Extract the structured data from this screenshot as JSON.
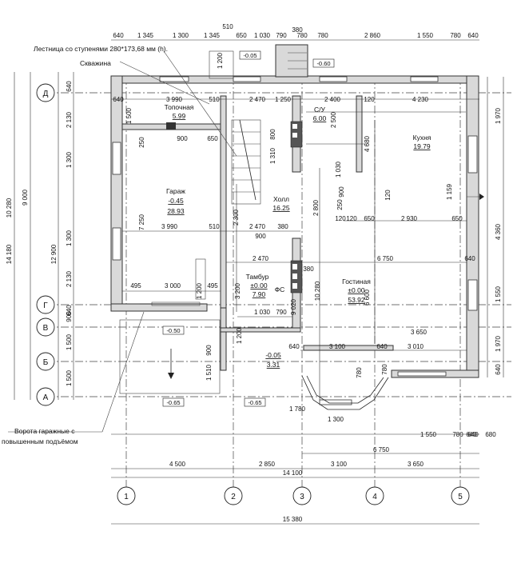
{
  "notes": {
    "stairs": "Лестница со ступенями 280*173,68 мм (h).",
    "well": "Скважина",
    "garage_gate_line1": "Ворота гаражные с",
    "garage_gate_line2": "повышенным подъёмом"
  },
  "axes_letters": [
    "Д",
    "Г",
    "В",
    "Б",
    "А"
  ],
  "axes_numbers": [
    "1",
    "2",
    "3",
    "4",
    "5"
  ],
  "rooms": {
    "topochnaya": {
      "name": "Топочная",
      "area": "5.99"
    },
    "su": {
      "name": "С/У",
      "area": "6.00"
    },
    "kitchen": {
      "name": "Кухня",
      "area": "19.79"
    },
    "garage": {
      "name": "Гараж",
      "level": "-0.45",
      "area": "28.93"
    },
    "hall": {
      "name": "Холл",
      "area": "16.25"
    },
    "tambur": {
      "name": "Тамбур",
      "level": "±0.00",
      "area": "7.90"
    },
    "gostinaya": {
      "name": "Гостиная",
      "level": "±0.00",
      "area": "53.92"
    },
    "porch": {
      "level": "-0.05",
      "area": "3.31"
    },
    "fs": "ФС"
  },
  "levels": {
    "top_porch": "-0.05",
    "top_right": "-0.60",
    "garage_apron": "-0.50",
    "bottom_left": "-0.65",
    "bottom_mid": "-0.65"
  },
  "dims": {
    "top_row1": [
      "640",
      "1 345",
      "1 300",
      "1 345",
      "650",
      "1 030",
      "790",
      "780",
      "780",
      "2 860",
      "1 550",
      "780",
      "640"
    ],
    "top_extra": [
      "510",
      "380",
      "1 200"
    ],
    "top_row2": [
      "640",
      "3 990",
      "510",
      "2 470",
      "1 250",
      "2 400",
      "120",
      "4 230"
    ],
    "left_outer": [
      "10 280",
      "14 180"
    ],
    "left_mid": [
      "9 000",
      "12 900"
    ],
    "left_inner": [
      "640",
      "2 130",
      "1 300",
      "1 300",
      "2 130",
      "640",
      "900",
      "1 500",
      "1 500"
    ],
    "right_col": [
      "1 970",
      "4 360",
      "1 550",
      "1 970",
      "640"
    ],
    "bottom_row1": [
      "640",
      "680",
      "1 550",
      "780",
      "640"
    ],
    "bottom_6750": "6 750",
    "bottom_row2": [
      "4 500",
      "2 850",
      "3 100",
      "3 650"
    ],
    "bottom_total": "14 100",
    "overall": "15 380",
    "interior": [
      "900",
      "650",
      "3 990",
      "510",
      "2 470",
      "380",
      "900",
      "2 470",
      "120",
      "2 930",
      "650",
      "120",
      "650",
      "6 750",
      "495",
      "3 000",
      "495",
      "1 030",
      "790",
      "3 650",
      "640",
      "3 100",
      "640",
      "3 010",
      "1 300",
      "1 780",
      "640",
      "380"
    ],
    "vertical": [
      "1 500",
      "250",
      "7 250",
      "2 300",
      "3 200",
      "1 200",
      "2 800",
      "10 280",
      "9 020",
      "4 680",
      "1 159",
      "6 600",
      "1 030",
      "780",
      "120",
      "250",
      "1 310",
      "800",
      "900",
      "1 200",
      "2 500",
      "780",
      "900",
      "1 510"
    ]
  }
}
